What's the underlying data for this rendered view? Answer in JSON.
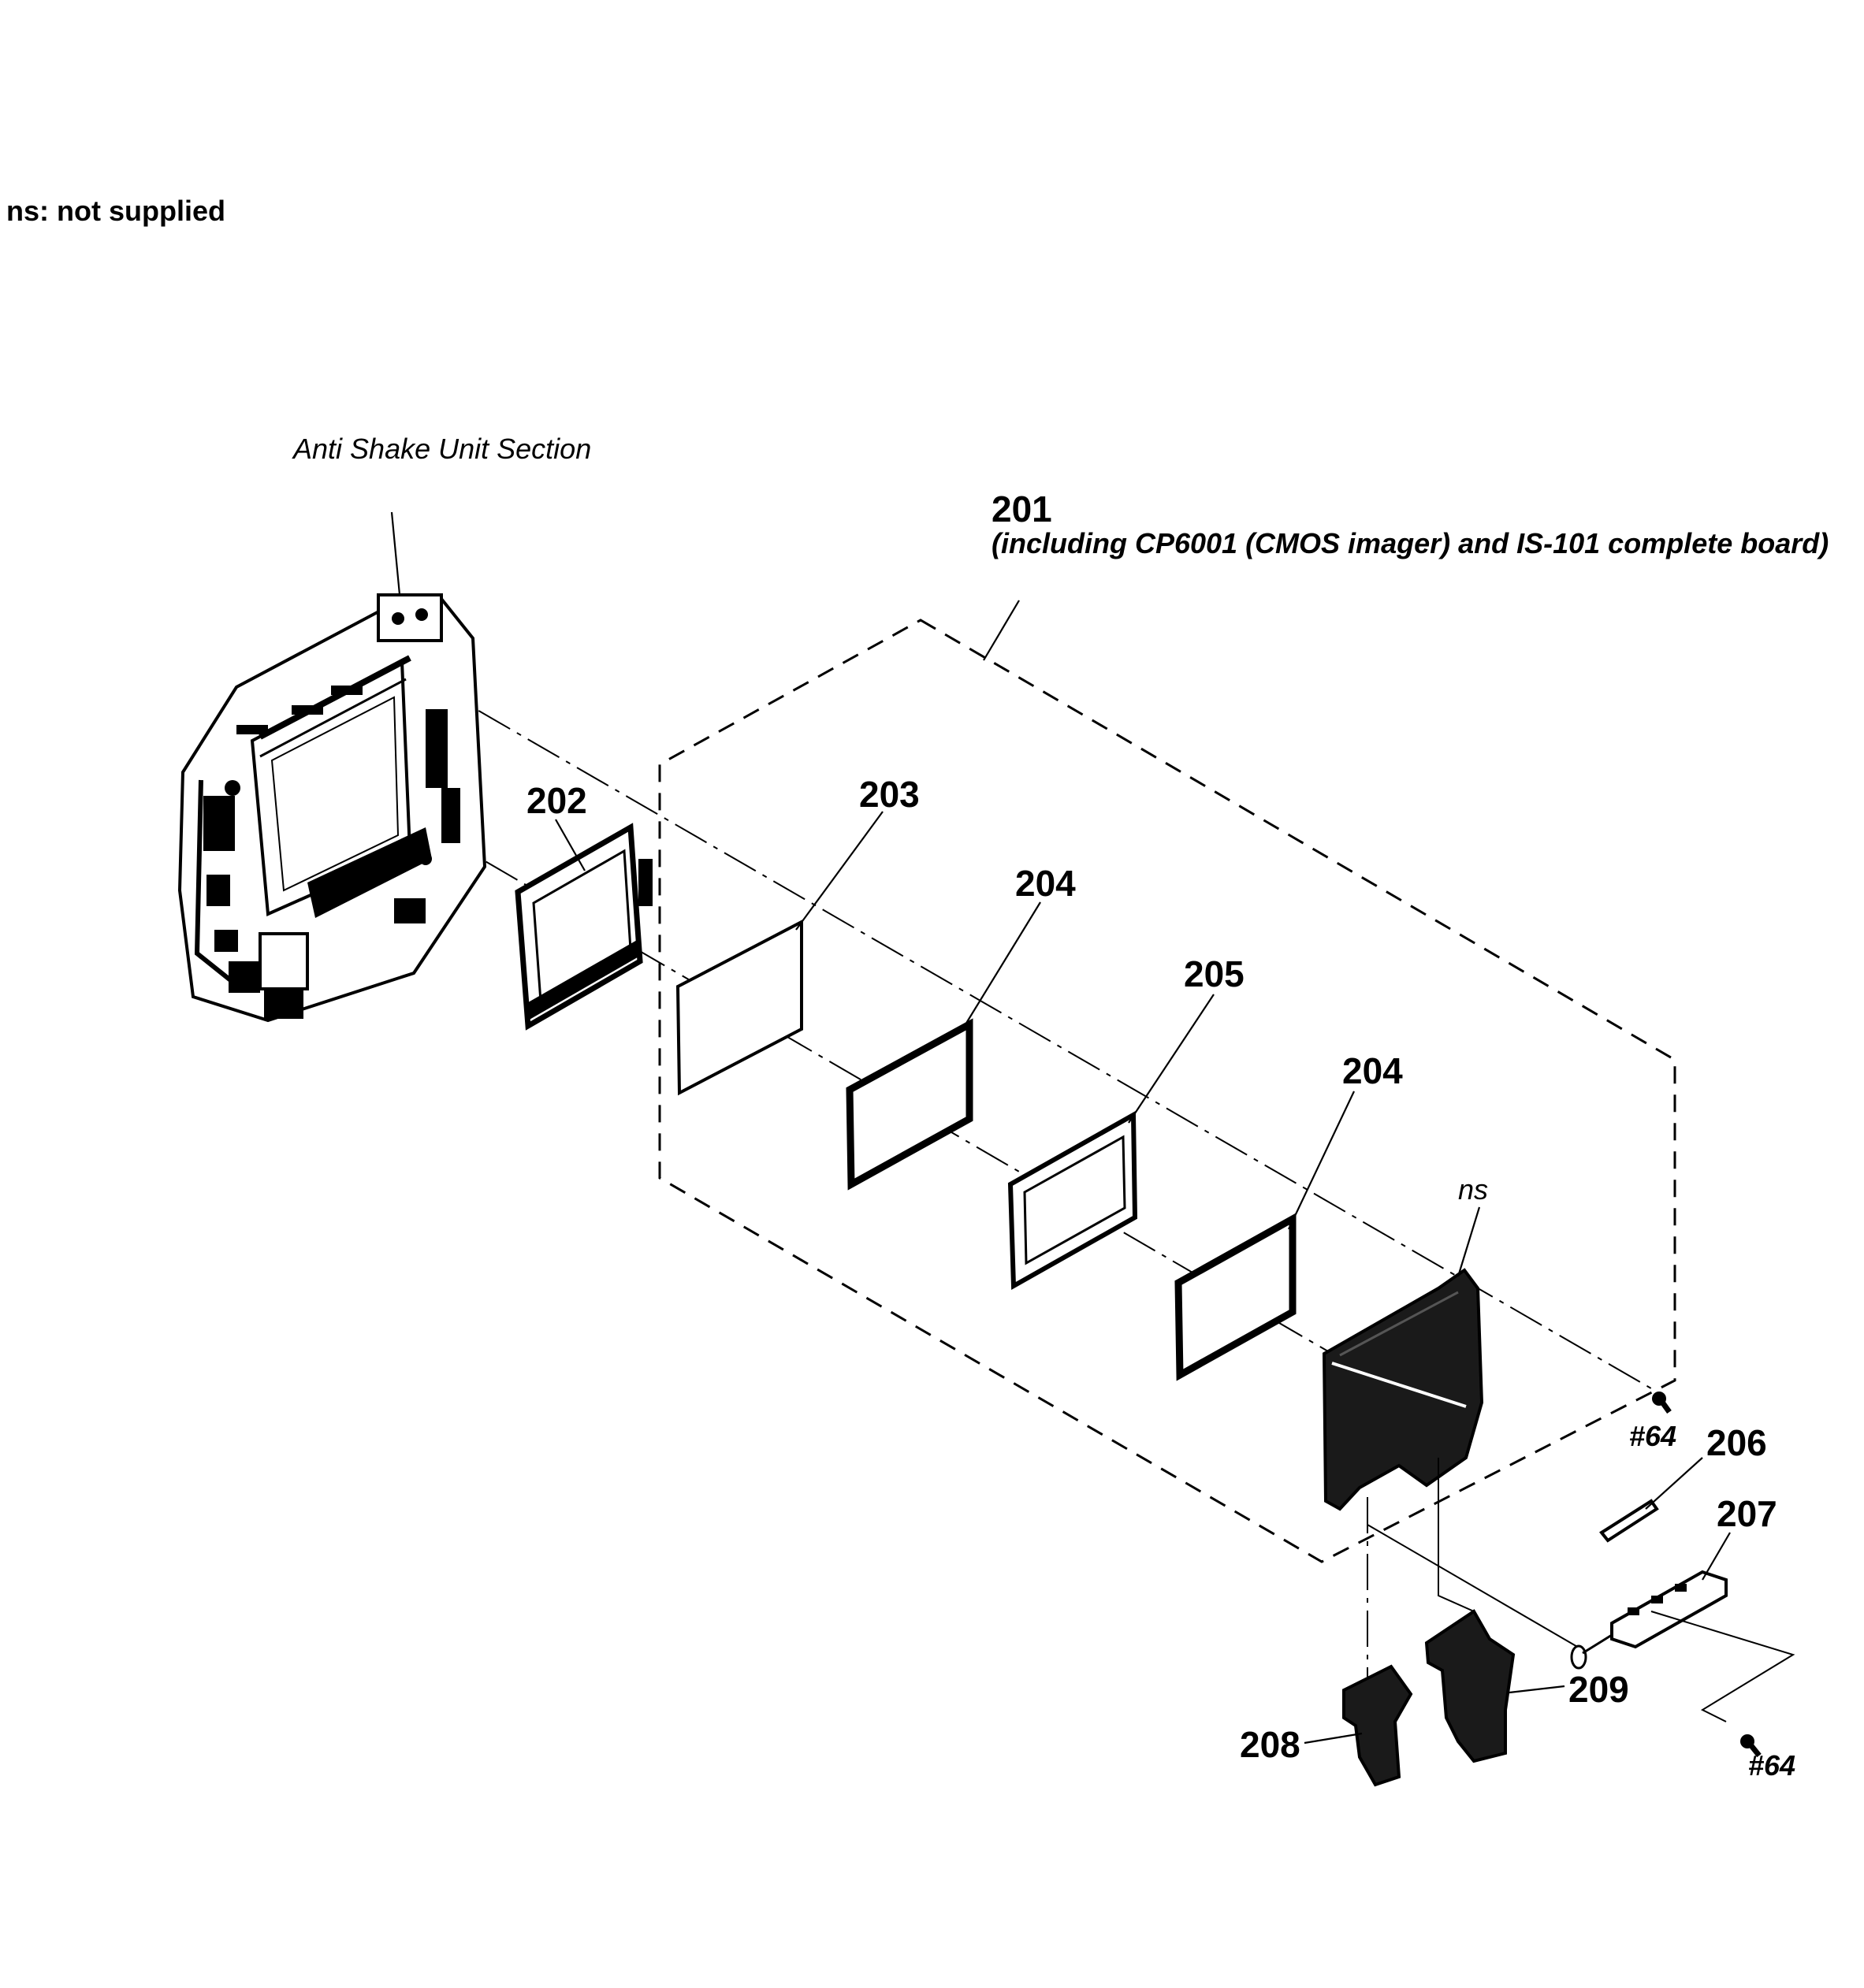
{
  "legend_note": "ns: not supplied",
  "section_label": "Anti Shake Unit Section",
  "assembly": {
    "number": "201",
    "description": "(including CP6001 (CMOS imager) and IS-101 complete board)"
  },
  "parts": {
    "p202": "202",
    "p203": "203",
    "p204a": "204",
    "p205": "205",
    "p204b": "204",
    "ns": "ns",
    "screw_a": "#64",
    "p206": "206",
    "p207": "207",
    "p208": "208",
    "p209": "209",
    "screw_b": "#64"
  }
}
